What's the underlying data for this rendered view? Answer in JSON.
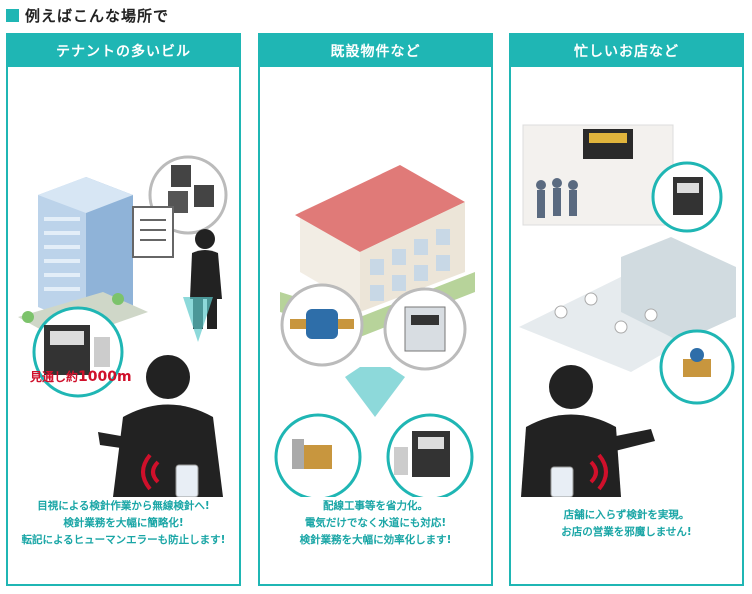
{
  "heading": {
    "text": "例えばこんな場所で"
  },
  "panels": [
    {
      "title": "テナントの多いビル",
      "callout_prefix": "見通し約",
      "callout_value": "1000m",
      "captions": [
        "目視による検針作業から無線検針へ!",
        "検針業務を大幅に簡略化!",
        "転記によるヒューマンエラーも防止します!"
      ]
    },
    {
      "title": "既設物件など",
      "captions": [
        "配線工事等を省力化。",
        "電気だけでなく水道にも対応!",
        "検針業務を大幅に効率化します!"
      ]
    },
    {
      "title": "忙しいお店など",
      "captions": [
        "店舗に入らず検針を実現。",
        "お店の営業を邪魔しません!"
      ]
    }
  ],
  "colors": {
    "accent": "#1fb6b4",
    "caption": "#1aa6a6",
    "callout": "#d0102b"
  }
}
